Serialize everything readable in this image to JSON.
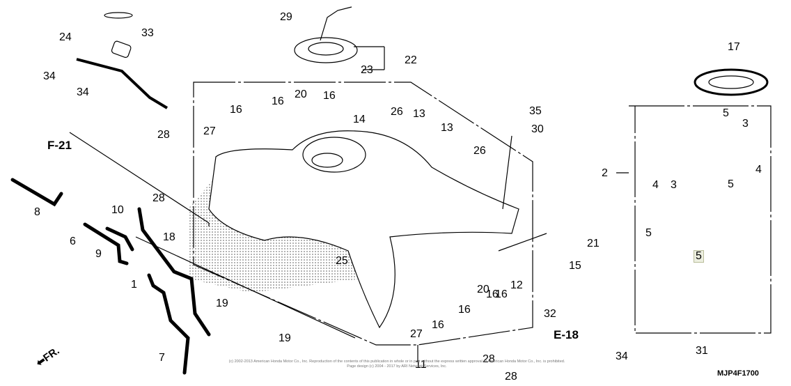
{
  "diagram": {
    "title": "Fuel Tank",
    "code": "MJP4F1700",
    "front_marker": "FR.",
    "copyright_line1": "(c) 2002-2013 American Honda Motor Co., Inc. Reproduction of the contents of this publication in whole or in part without the express written approval of American Honda Motor Co., Inc. is prohibited.",
    "copyright_line2": "Page design (c) 2004 - 2017 by ARI Network Services, Inc.",
    "references": [
      {
        "id": "F-21",
        "label": "F-21"
      },
      {
        "id": "E-18",
        "label": "E-18"
      }
    ],
    "callouts": [
      {
        "num": "1"
      },
      {
        "num": "2"
      },
      {
        "num": "3"
      },
      {
        "num": "3"
      },
      {
        "num": "4"
      },
      {
        "num": "4"
      },
      {
        "num": "5"
      },
      {
        "num": "5"
      },
      {
        "num": "5"
      },
      {
        "num": "5",
        "highlighted": true
      },
      {
        "num": "6"
      },
      {
        "num": "7"
      },
      {
        "num": "8"
      },
      {
        "num": "9"
      },
      {
        "num": "10"
      },
      {
        "num": "11"
      },
      {
        "num": "12"
      },
      {
        "num": "13"
      },
      {
        "num": "13"
      },
      {
        "num": "14"
      },
      {
        "num": "15"
      },
      {
        "num": "16"
      },
      {
        "num": "16"
      },
      {
        "num": "16"
      },
      {
        "num": "16"
      },
      {
        "num": "16"
      },
      {
        "num": "16"
      },
      {
        "num": "16"
      },
      {
        "num": "17"
      },
      {
        "num": "18"
      },
      {
        "num": "19"
      },
      {
        "num": "19"
      },
      {
        "num": "20"
      },
      {
        "num": "20"
      },
      {
        "num": "21"
      },
      {
        "num": "22"
      },
      {
        "num": "23"
      },
      {
        "num": "24"
      },
      {
        "num": "25"
      },
      {
        "num": "26"
      },
      {
        "num": "26"
      },
      {
        "num": "27"
      },
      {
        "num": "27"
      },
      {
        "num": "28"
      },
      {
        "num": "28"
      },
      {
        "num": "28"
      },
      {
        "num": "28"
      },
      {
        "num": "29"
      },
      {
        "num": "30"
      },
      {
        "num": "31"
      },
      {
        "num": "32"
      },
      {
        "num": "33"
      },
      {
        "num": "34"
      },
      {
        "num": "34"
      },
      {
        "num": "34"
      },
      {
        "num": "35"
      }
    ]
  }
}
